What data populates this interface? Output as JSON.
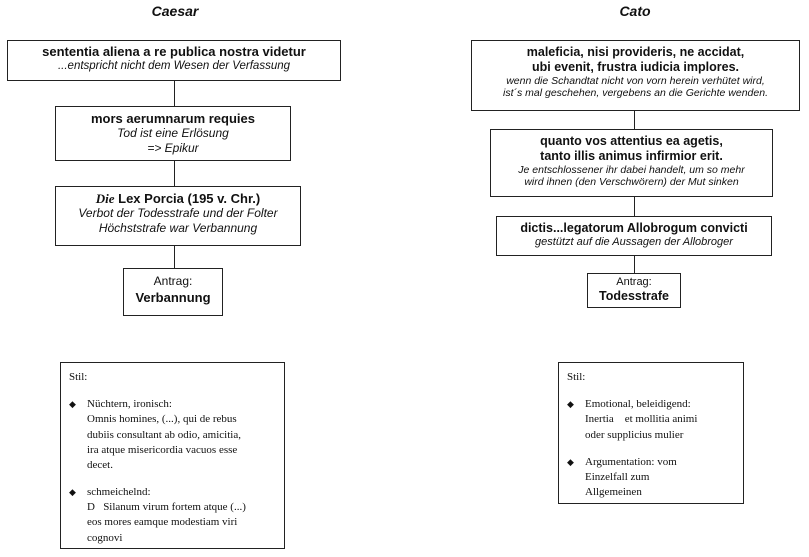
{
  "caesar": {
    "title": "Caesar",
    "box1": {
      "latin": "sententia aliena a re publica nostra videtur",
      "german": "...entspricht nicht dem Wesen der Verfassung"
    },
    "box2": {
      "latin": "mors aerumnarum requies",
      "german1": "Tod ist eine Erlösung",
      "german2": "=> Epikur"
    },
    "box3": {
      "prefix": "Die",
      "latin": "Lex Porcia (195 v. Chr.)",
      "german1": "Verbot der Todesstrafe und der Folter",
      "german2": "Höchststrafe war Verbannung"
    },
    "antrag": {
      "label": "Antrag:",
      "value": "Verbannung"
    },
    "stil": {
      "heading": "Stil:",
      "items": [
        {
          "bullet": "◆",
          "lines": [
            "Nüchtern, ironisch:",
            "Omnis homines, (...), qui de rebus",
            "dubiis consultant ab odio, amicitia,",
            "ira atque misericordia vacuos esse",
            "decet."
          ]
        },
        {
          "bullet": "◆",
          "lines": [
            "schmeichelnd:",
            "D   Silanum virum fortem atque (...)",
            "eos mores eamque modestiam viri",
            "cognovi"
          ]
        }
      ]
    }
  },
  "cato": {
    "title": "Cato",
    "box1": {
      "latin1": "maleficia, nisi provideris, ne accidat,",
      "latin2": "ubi evenit, frustra iudicia implores.",
      "german1": "wenn die Schandtat nicht von vorn herein verhütet wird,",
      "german2": "ist´s mal geschehen, vergebens an die Gerichte wenden."
    },
    "box2": {
      "latin1": "quanto vos attentius ea agetis,",
      "latin2": "tanto illis animus infirmior erit.",
      "german1": "Je entschlossener ihr dabei handelt, um so mehr",
      "german2": "wird ihnen (den Verschwörern) der Mut sinken"
    },
    "box3": {
      "latin": "dictis...legatorum Allobrogum convicti",
      "german": "gestützt auf die Aussagen der Allobroger"
    },
    "antrag": {
      "label": "Antrag:",
      "value": "Todesstrafe"
    },
    "stil": {
      "heading": "Stil:",
      "items": [
        {
          "bullet": "◆",
          "lines": [
            "Emotional, beleidigend:",
            "Inertia    et mollitia animi",
            "oder supplicius mulier"
          ]
        },
        {
          "bullet": "◆",
          "lines": [
            "Argumentation: vom",
            "Einzelfall zum",
            "Allgemeinen"
          ]
        }
      ]
    }
  }
}
